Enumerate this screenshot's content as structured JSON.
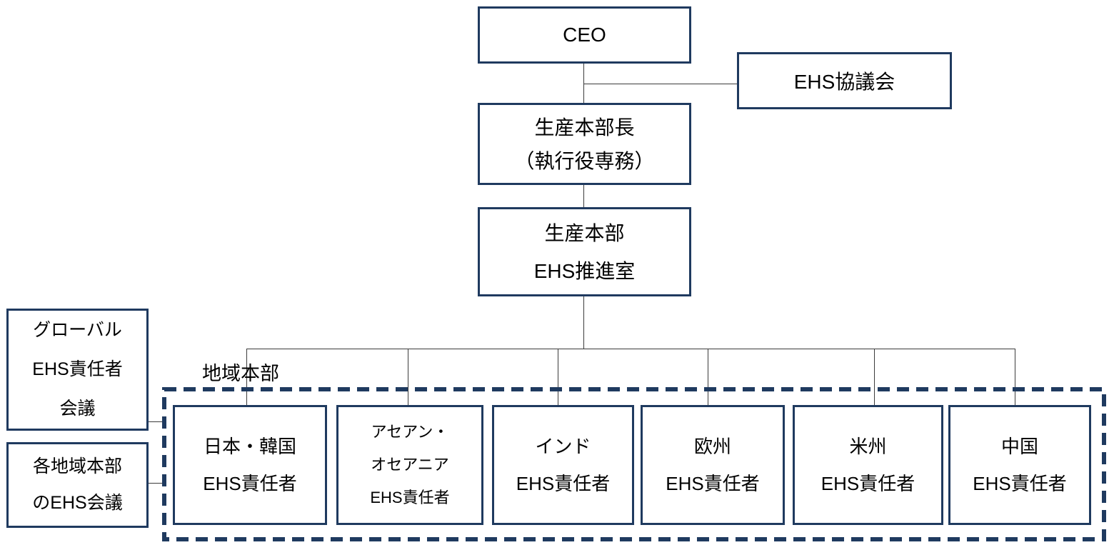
{
  "colors": {
    "navy": "#1f3a5f",
    "line": "#3c3c3c",
    "bg": "#ffffff",
    "text": "#000000"
  },
  "nodes": {
    "ceo": {
      "label": "CEO"
    },
    "ehs_council": {
      "label": "EHS協議会"
    },
    "production_division_head": {
      "lines": [
        "生産本部長",
        "（執行役専務）"
      ]
    },
    "ehs_promotion_office": {
      "lines": [
        "生産本部",
        "EHS推進室"
      ]
    },
    "global_ehs_managers_meeting": {
      "lines": [
        "グローバル",
        "EHS責任者",
        "会議"
      ]
    },
    "regional_hq_ehs_meeting": {
      "lines": [
        "各地域本部",
        "のEHS会議"
      ]
    },
    "regional_group_label": "地域本部",
    "regions": [
      {
        "lines": [
          "日本・韓国",
          "EHS責任者"
        ]
      },
      {
        "lines": [
          "アセアン・",
          "オセアニア",
          "EHS責任者"
        ]
      },
      {
        "lines": [
          "インド",
          "EHS責任者"
        ]
      },
      {
        "lines": [
          "欧州",
          "EHS責任者"
        ]
      },
      {
        "lines": [
          "米州",
          "EHS責任者"
        ]
      },
      {
        "lines": [
          "中国",
          "EHS責任者"
        ]
      }
    ]
  }
}
